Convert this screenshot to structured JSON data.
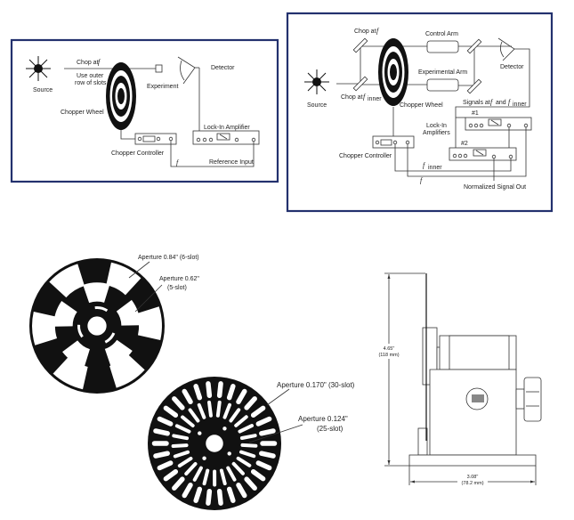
{
  "diagram_single": {
    "source": "Source",
    "chop": "Chop at",
    "f": "f",
    "use_outer_1": "Use outer",
    "use_outer_2": "row of slots",
    "chopper_wheel": "Chopper Wheel",
    "experiment": "Experiment",
    "detector": "Detector",
    "lock_in": "Lock-In Amplifier",
    "chopper_controller": "Chopper Controller",
    "reference_input": "Reference Input"
  },
  "diagram_dual": {
    "source": "Source",
    "chop_f": "Chop at",
    "chop_inner": "Chop at",
    "f": "f",
    "inner": "inner",
    "control_arm": "Control Arm",
    "experimental_arm": "Experimental Arm",
    "detector": "Detector",
    "chopper_wheel": "Chopper Wheel",
    "signals": "Signals at",
    "and": "and",
    "amp1": "#1",
    "amp2": "#2",
    "lock_in_1": "Lock-In",
    "lock_in_2": "Amplifiers",
    "chopper_controller": "Chopper Controller",
    "normalized": "Normalized Signal Out"
  },
  "wheels": {
    "w1_outer": "Aperture 0.84\" (6-slot)",
    "w1_inner_1": "Aperture 0.62\"",
    "w1_inner_2": "(5-slot)",
    "w2_outer": "Aperture 0.170\" (30-slot)",
    "w2_inner_1": "Aperture 0.124\"",
    "w2_inner_2": "(25-slot)",
    "w1_outer_slots": 6,
    "w1_inner_slots": 5,
    "w2_outer_slots": 30,
    "w2_inner_slots": 25
  },
  "side_view": {
    "height_in": "4.65\"",
    "height_mm": "(118 mm)",
    "width_in": "3.08\"",
    "width_mm": "(78.2 mm)"
  }
}
